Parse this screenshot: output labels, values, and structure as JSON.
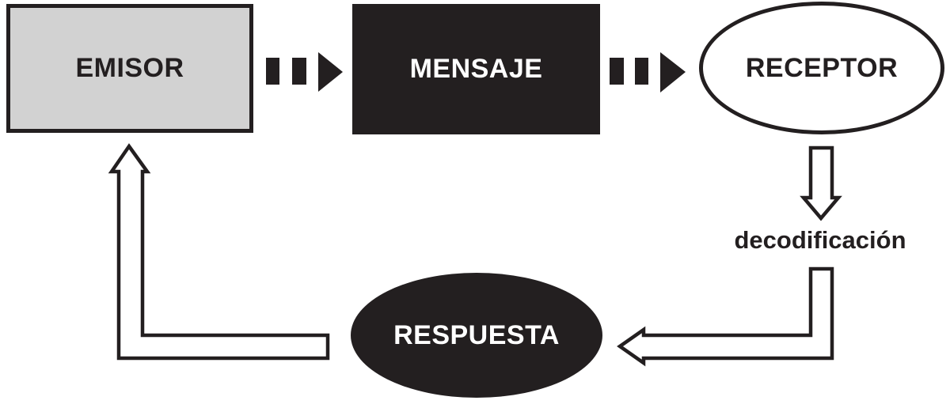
{
  "diagram": {
    "description": "Communication process flow diagram (Spanish)",
    "nodes": {
      "emisor": {
        "label": "EMISOR",
        "shape": "rectangle",
        "fill": "#d2d2d2",
        "border": "#231f20",
        "text_color": "#231f20"
      },
      "mensaje": {
        "label": "MENSAJE",
        "shape": "rectangle",
        "fill": "#231f20",
        "text_color": "#ffffff"
      },
      "receptor": {
        "label": "RECEPTOR",
        "shape": "ellipse",
        "fill": "#ffffff",
        "border": "#231f20",
        "text_color": "#231f20"
      },
      "decodificacion": {
        "label": "decodificación",
        "shape": "text-label",
        "text_color": "#231f20"
      },
      "respuesta": {
        "label": "RESPUESTA",
        "shape": "ellipse",
        "fill": "#231f20",
        "text_color": "#ffffff"
      }
    },
    "edges": [
      {
        "from": "EMISOR",
        "to": "MENSAJE",
        "style": "dashed-solid-right-arrow"
      },
      {
        "from": "MENSAJE",
        "to": "RECEPTOR",
        "style": "dashed-solid-right-arrow"
      },
      {
        "from": "RECEPTOR",
        "to": "decodificación",
        "style": "hollow-down-arrow"
      },
      {
        "from": "decodificación",
        "to": "RESPUESTA",
        "style": "hollow-elbow-arrow-down-then-left"
      },
      {
        "from": "RESPUESTA",
        "to": "EMISOR",
        "style": "hollow-elbow-arrow-left-then-up"
      }
    ],
    "colors": {
      "ink": "#231f20",
      "gray_fill": "#d2d2d2",
      "background": "#ffffff"
    }
  }
}
